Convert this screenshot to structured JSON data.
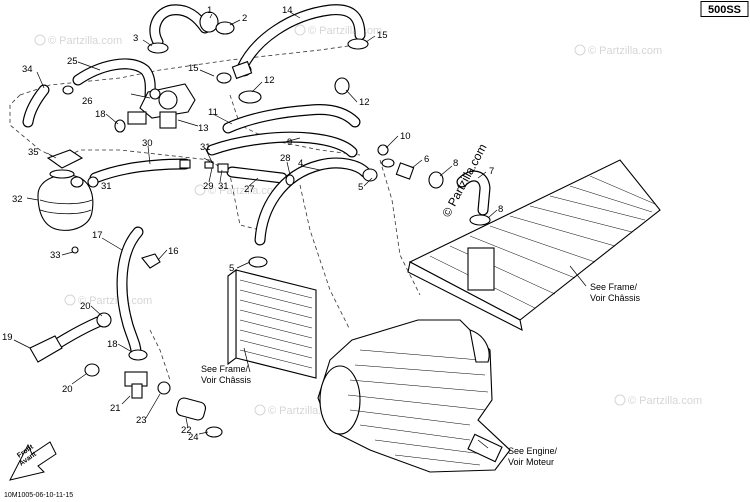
{
  "model_badge": "500SS",
  "watermark": "© Partzilla.com",
  "watermark_short": "© Partzilla.com",
  "drawing_code": "10M1005-06-10-11-15",
  "front_arrow": {
    "line1": "Front",
    "line2": "Avant"
  },
  "notes": {
    "frame_upper": {
      "line1": "See Frame/",
      "line2": "Voir Châssis"
    },
    "frame_lower": {
      "line1": "See Frame/",
      "line2": "Voir Châssis"
    },
    "engine": {
      "line1": "See Engine/",
      "line2": "Voir Moteur"
    }
  },
  "callouts": [
    "1",
    "2",
    "3",
    "14",
    "15",
    "25",
    "34",
    "15",
    "12",
    "26",
    "18",
    "13",
    "12",
    "11",
    "9",
    "10",
    "35",
    "30",
    "31",
    "28",
    "4",
    "6",
    "8",
    "7",
    "31",
    "29",
    "31",
    "27",
    "5",
    "32",
    "17",
    "16",
    "8",
    "33",
    "5",
    "20",
    "19",
    "18",
    "20",
    "21",
    "23",
    "22",
    "24"
  ]
}
